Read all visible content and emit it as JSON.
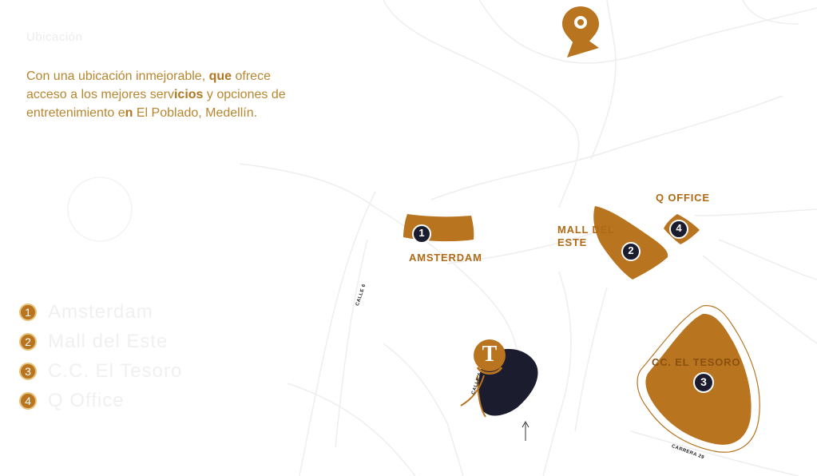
{
  "intro": {
    "label": "Ubicación",
    "text_parts": [
      {
        "t": "Con una ubicación inmejorable, ",
        "b": false
      },
      {
        "t": "que",
        "b": true
      },
      {
        "t": " ofrece acceso a los mejores serv",
        "b": false
      },
      {
        "t": "icios",
        "b": true
      },
      {
        "t": " y opciones de entretenimiento e",
        "b": false
      },
      {
        "t": "n",
        "b": true
      },
      {
        "t": " El Poblado, Medellín.",
        "b": false
      }
    ]
  },
  "legend": [
    {
      "num": "1",
      "label": "Amsterdam"
    },
    {
      "num": "2",
      "label": "Mall del Este"
    },
    {
      "num": "3",
      "label": "C.C. El Tesoro"
    },
    {
      "num": "4",
      "label": "Q Office"
    }
  ],
  "places": {
    "amsterdam": {
      "num": "1",
      "label": "AMSTERDAM"
    },
    "mall_del_este": {
      "num": "2",
      "label_line1": "MALL DEL",
      "label_line2": "ESTE"
    },
    "el_tesoro": {
      "num": "3",
      "label": "CC. EL TESORO"
    },
    "q_office": {
      "num": "4",
      "label": "Q OFFICE"
    }
  },
  "project_logo_letter": "T",
  "streets": {
    "calle_6_left": "CALLE 6",
    "calle_6_project": "CALLE 6",
    "carrera_29": "CARRERA 29"
  },
  "colors": {
    "brand_brown": "#b8741f",
    "label_brown": "#b06a14",
    "project_navy": "#1b1c2e",
    "road_line": "#f0f0f0"
  },
  "icons": {
    "destination": "map-pin-icon",
    "north": "north-arrow-icon"
  }
}
